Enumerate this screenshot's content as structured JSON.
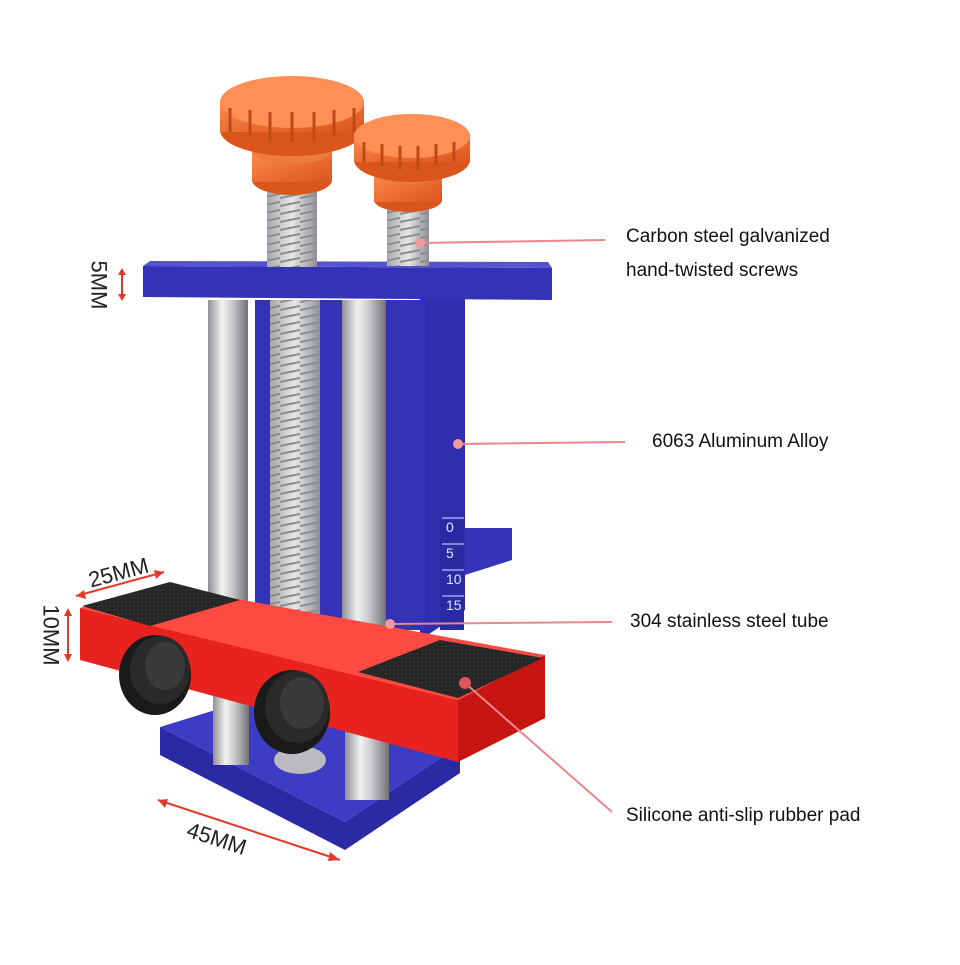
{
  "callouts": [
    {
      "id": "screws",
      "lines": [
        "Carbon steel galvanized",
        "hand-twisted screws"
      ]
    },
    {
      "id": "alloy",
      "lines": [
        "6063 Aluminum Alloy"
      ]
    },
    {
      "id": "tube",
      "lines": [
        "304 stainless steel tube"
      ]
    },
    {
      "id": "pad",
      "lines": [
        "Silicone anti-slip rubber pad"
      ]
    }
  ],
  "dimensions": {
    "top_plate": "5MM",
    "jaw_height": "10MM",
    "jaw_width": "25MM",
    "base_length": "45MM"
  },
  "scale_marks": [
    "0",
    "5",
    "10",
    "15"
  ],
  "colors": {
    "frame_blue": "#3433b8",
    "jaw_red": "#e8221e",
    "knob_orange": "#f06a2a",
    "rubber_black": "#1f1f1f",
    "leader_red": "#e8888a",
    "dimension_red": "#e23a2a"
  },
  "icons": {
    "leader_dot": "circle-dot",
    "dimension_arrow": "double-arrow"
  }
}
